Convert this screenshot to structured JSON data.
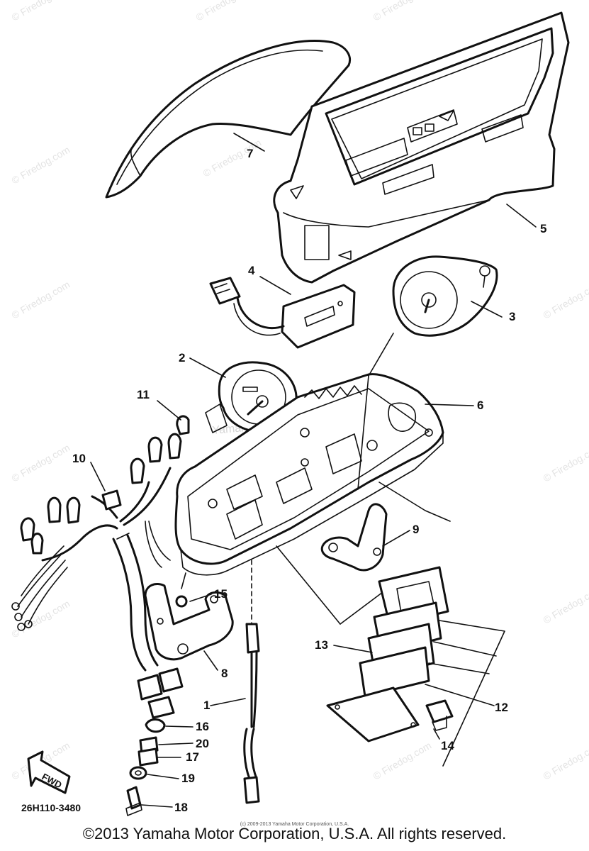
{
  "watermark": {
    "text": "© Firedog.com",
    "center_text": "Yamaha Motor Corp., U.S.A."
  },
  "callouts": [
    "1",
    "2",
    "3",
    "4",
    "5",
    "6",
    "7",
    "8",
    "9",
    "10",
    "11",
    "12",
    "13",
    "14",
    "15",
    "16",
    "17",
    "18",
    "19",
    "20"
  ],
  "fwd_label": "FWD",
  "part_code": "26H110-3480",
  "tiny_copyright": "(c) 2009-2013 Yamaha Motor Corporation, U.S.A.",
  "copyright": "©2013 Yamaha Motor Corporation, U.S.A. All rights reserved."
}
